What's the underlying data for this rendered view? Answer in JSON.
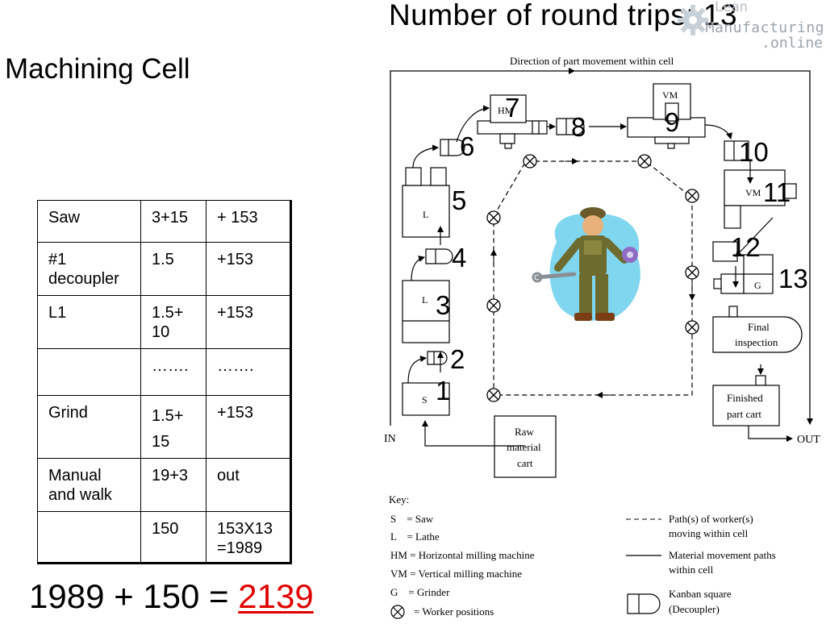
{
  "title": "Number of round trips; 13",
  "cell_title": "Machining Cell",
  "watermark": {
    "line0": "Lean",
    "line1": "Manufacturing",
    "line2": ".online"
  },
  "table": {
    "rows": [
      [
        "Saw",
        "3+15",
        "+ 153"
      ],
      [
        "#1 decoupler",
        "1.5",
        "+153"
      ],
      [
        "L1",
        "1.5+ 10",
        "+153"
      ],
      [
        "",
        "…….",
        "……."
      ],
      [
        "Grind",
        "1.5+ 15",
        "+153"
      ],
      [
        "Manual and walk",
        "19+3",
        "out"
      ],
      [
        "",
        "150",
        "153X13 =1989"
      ]
    ]
  },
  "equation": {
    "expr": "1989 + 150 = ",
    "result": "2139"
  },
  "diagram": {
    "direction_label": "Direction of part movement within cell",
    "in_label": "IN",
    "out_label": "OUT",
    "machine_labels": {
      "saw": "S",
      "lathe": "L",
      "hm": "HM",
      "vm": "VM",
      "grinder": "G"
    },
    "step_numbers": [
      "1",
      "2",
      "3",
      "4",
      "5",
      "6",
      "7",
      "8",
      "9",
      "10",
      "11",
      "12",
      "13"
    ],
    "raw_material": [
      "Raw",
      "material",
      "cart"
    ],
    "final_inspection": [
      "Final",
      "inspection"
    ],
    "finished_part": [
      "Finished",
      "part cart"
    ],
    "key": {
      "title": "Key:",
      "s": "S    = Saw",
      "l": "L    = Lathe",
      "hm": "HM = Horizontal milling machine",
      "vm": "VM = Vertical milling machine",
      "g": "G    = Grinder",
      "worker": "= Worker positions",
      "dashed_1": "Path(s) of worker(s)",
      "dashed_2": "moving within cell",
      "solid_1": "Material movement paths",
      "solid_2": "within cell",
      "kanban_1": "Kanban square",
      "kanban_2": "(Decoupler)"
    }
  },
  "colors": {
    "result": "#e00000",
    "worker_bg": "#7fd6ee",
    "watermark": "#9aa3ad"
  }
}
